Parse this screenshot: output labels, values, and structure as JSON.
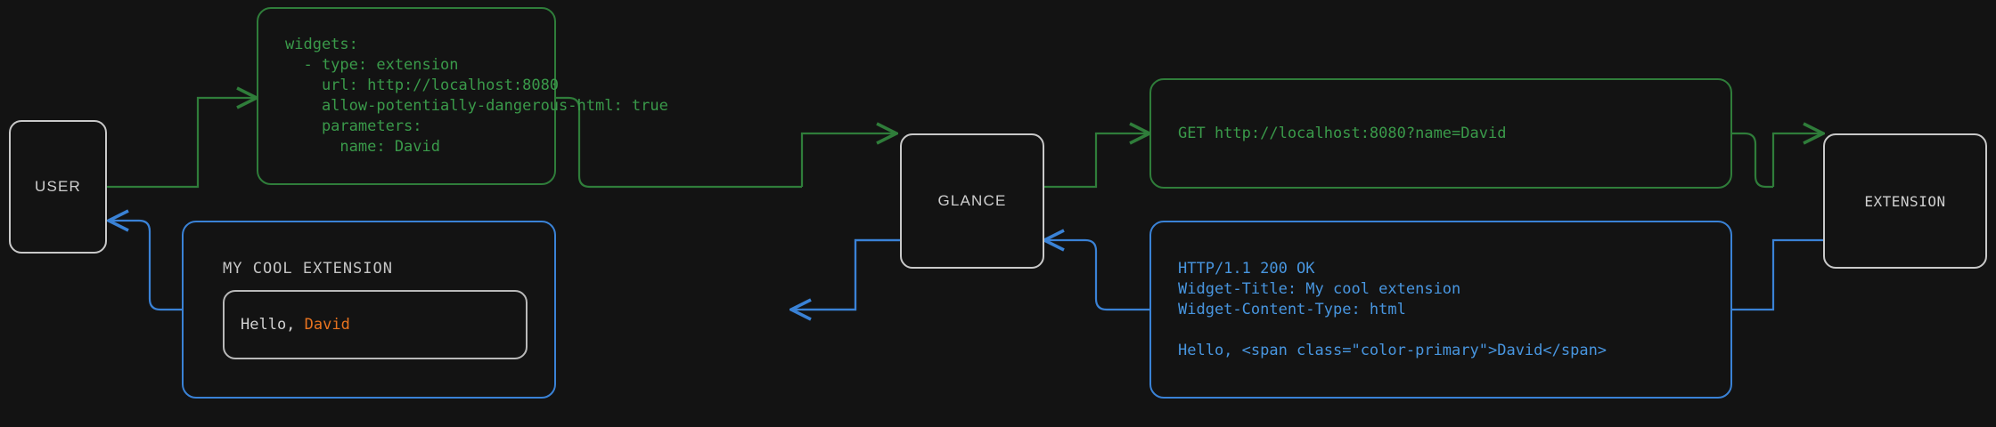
{
  "theme": {
    "background": "#131313",
    "node_border": "#c9c9c9",
    "node_text": "#cfcfcf",
    "request_color": "#3a9a4a",
    "request_border": "#2f7d3a",
    "response_color": "#4896e0",
    "response_border": "#3a82d6",
    "accent_color": "#e8731f",
    "widget_text": "#d2d2d2"
  },
  "nodes": {
    "user": {
      "label": "USER"
    },
    "glance": {
      "label": "GLANCE"
    },
    "extension": {
      "label": "EXTENSION"
    }
  },
  "config_box": {
    "lines": [
      "widgets:",
      "  - type: extension",
      "    url: http://localhost:8080",
      "    allow-potentially-dangerous-html: true",
      "    parameters:",
      "      name: David"
    ]
  },
  "request_box": {
    "lines": [
      "GET http://localhost:8080?name=David"
    ]
  },
  "response_box": {
    "lines": [
      "HTTP/1.1 200 OK",
      "Widget-Title: My cool extension",
      "Widget-Content-Type: html",
      "",
      "Hello, <span class=\"color-primary\">David</span>"
    ]
  },
  "widget_box": {
    "title": "MY COOL EXTENSION",
    "greeting_prefix": "Hello, ",
    "greeting_name": "David"
  }
}
